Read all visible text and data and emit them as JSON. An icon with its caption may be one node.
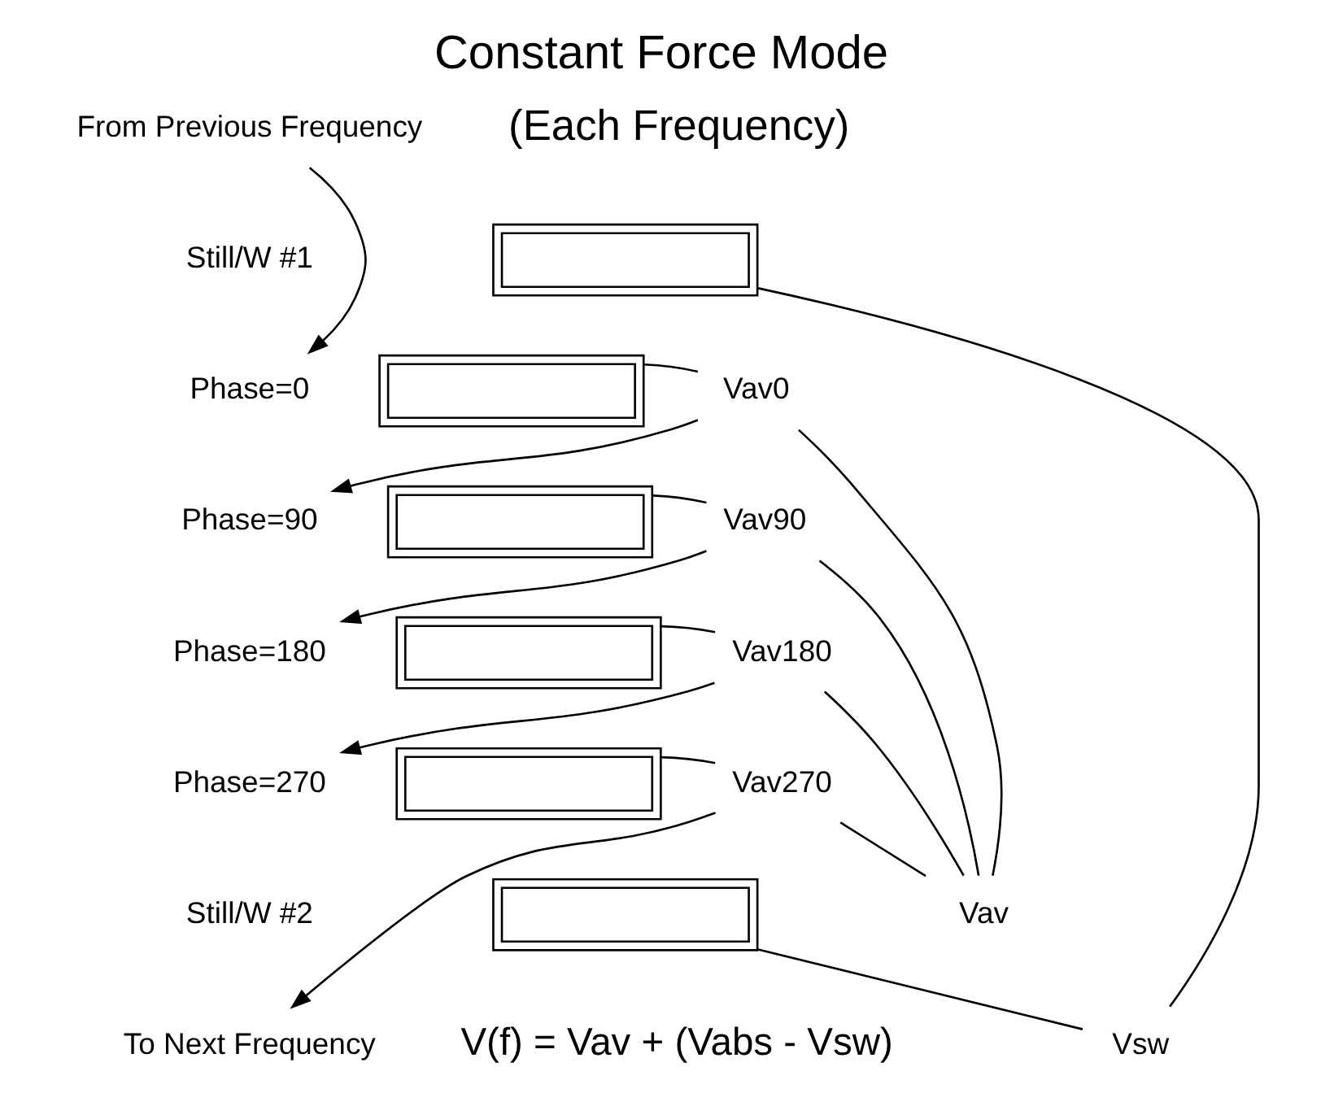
{
  "diagram": {
    "title": "Constant Force Mode",
    "nodes": [
      {
        "text": [
          "From Previous Frequency"
        ]
      },
      {
        "text": [
          "Still/W #1"
        ]
      },
      {
        "text": [],
        "shape": "box"
      },
      {
        "text": [
          "Phase=0"
        ]
      },
      {
        "text": [],
        "shape": "box"
      },
      {
        "text": [
          "Vav0"
        ]
      },
      {
        "text": [
          "Phase=90"
        ]
      },
      {
        "text": [],
        "shape": "box"
      },
      {
        "text": [
          "Vav90"
        ]
      },
      {
        "text": [
          "Phase=180"
        ]
      },
      {
        "text": [],
        "shape": "box"
      },
      {
        "text": [
          "Vav180"
        ]
      },
      {
        "text": [
          "Phase=270"
        ]
      },
      {
        "text": [],
        "shape": "box"
      },
      {
        "text": [
          "Vav270"
        ]
      },
      {
        "text": [
          "Still/W #2"
        ]
      },
      {
        "text": [],
        "shape": "box"
      },
      {
        "text": [
          "To Next Frequency"
        ]
      },
      {
        "text": [
          "Vsw"
        ]
      },
      {
        "text": [
          "Vav"
        ]
      }
    ],
    "edges": [
      {
        "from": 0,
        "to": 3,
        "arrow": "to"
      },
      {
        "from": 4,
        "to": 5,
        "arrow": "none"
      },
      {
        "from": 5,
        "to": 6,
        "arrow": "to"
      },
      {
        "from": 7,
        "to": 8,
        "arrow": "none"
      },
      {
        "from": 8,
        "to": 9,
        "arrow": "to"
      },
      {
        "from": 10,
        "to": 11,
        "arrow": "none"
      },
      {
        "from": 11,
        "to": 12,
        "arrow": "to"
      },
      {
        "from": 13,
        "to": 14,
        "arrow": "none"
      },
      {
        "from": 14,
        "to": 17,
        "arrow": "to"
      },
      {
        "from": 2,
        "to": 18,
        "arrow": "none"
      },
      {
        "from": 16,
        "to": 18,
        "arrow": "none"
      },
      {
        "from": 5,
        "to": 19,
        "arrow": "none"
      },
      {
        "from": 8,
        "to": 19,
        "arrow": "none"
      },
      {
        "from": 11,
        "to": 19,
        "arrow": "none"
      },
      {
        "from": 14,
        "to": 19,
        "arrow": "none"
      }
    ],
    "labels": [
      "(Each Frequency)",
      "V(f) = Vav + (Vabs - Vsw)"
    ]
  }
}
